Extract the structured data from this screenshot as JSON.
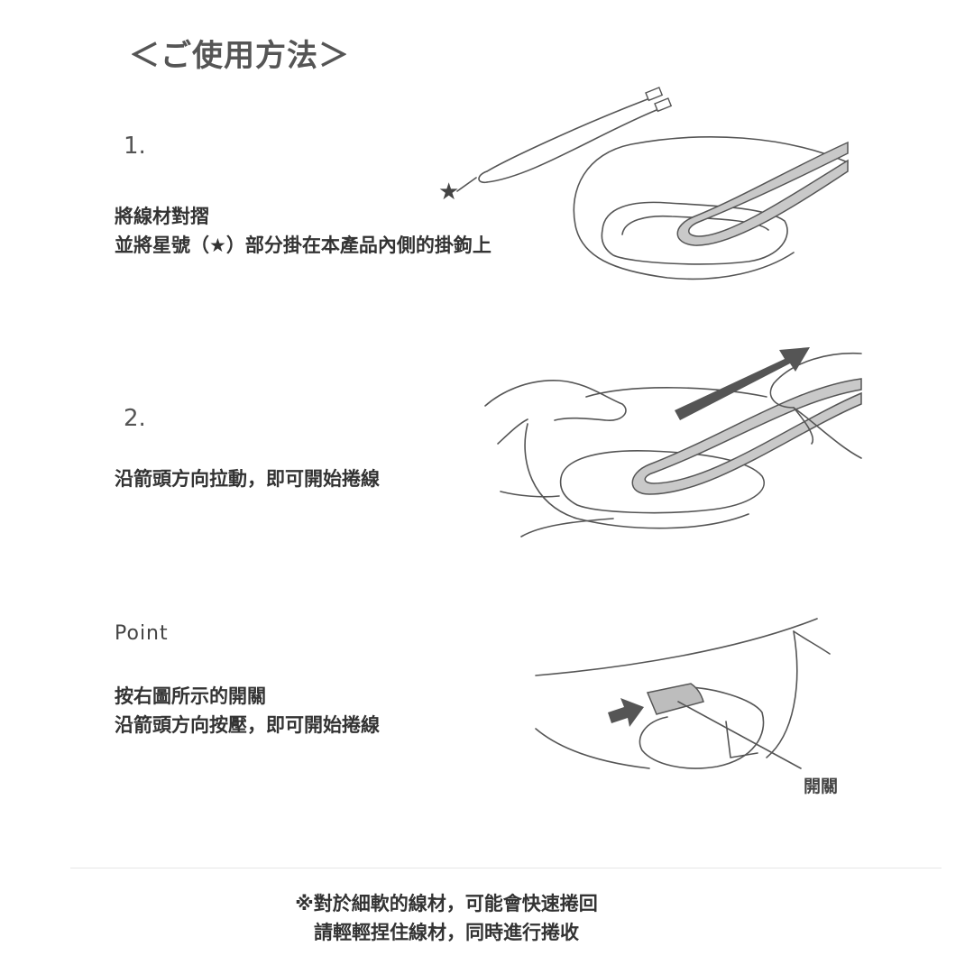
{
  "title": "＜ご使用方法＞",
  "steps": [
    {
      "number": "1.",
      "lines": [
        "將線材對摺",
        "並將星號（★）部分掛在本產品內側的掛鉤上"
      ]
    },
    {
      "number": "2.",
      "lines": [
        "沿箭頭方向拉動，即可開始捲線"
      ]
    }
  ],
  "point": {
    "heading": "Point",
    "lines": [
      "按右圖所示的開關",
      "沿箭頭方向按壓，即可開始捲線"
    ],
    "switch_label": "開關"
  },
  "illustration": {
    "star_marker": "★"
  },
  "note": {
    "lines": [
      "※對於細軟的線材，可能會快速捲回",
      "請輕輕捏住線材，同時進行捲收"
    ]
  },
  "colors": {
    "line": "#555555",
    "arrow": "#555555",
    "cable_fill": "#c9c9c9",
    "switch_fill": "#bdbdbd"
  }
}
